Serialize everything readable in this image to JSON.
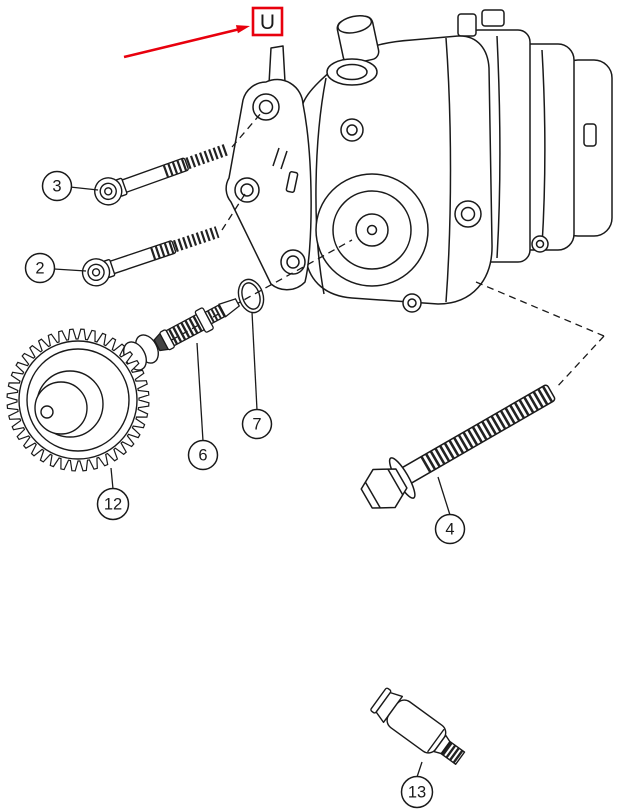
{
  "colors": {
    "accent": "#e8000d",
    "line": "#1a1a1a",
    "background": "#ffffff"
  },
  "marking": {
    "label": "U"
  },
  "callouts": [
    {
      "id": "3"
    },
    {
      "id": "2"
    },
    {
      "id": "12"
    },
    {
      "id": "6"
    },
    {
      "id": "7"
    },
    {
      "id": "4"
    },
    {
      "id": "13"
    }
  ]
}
